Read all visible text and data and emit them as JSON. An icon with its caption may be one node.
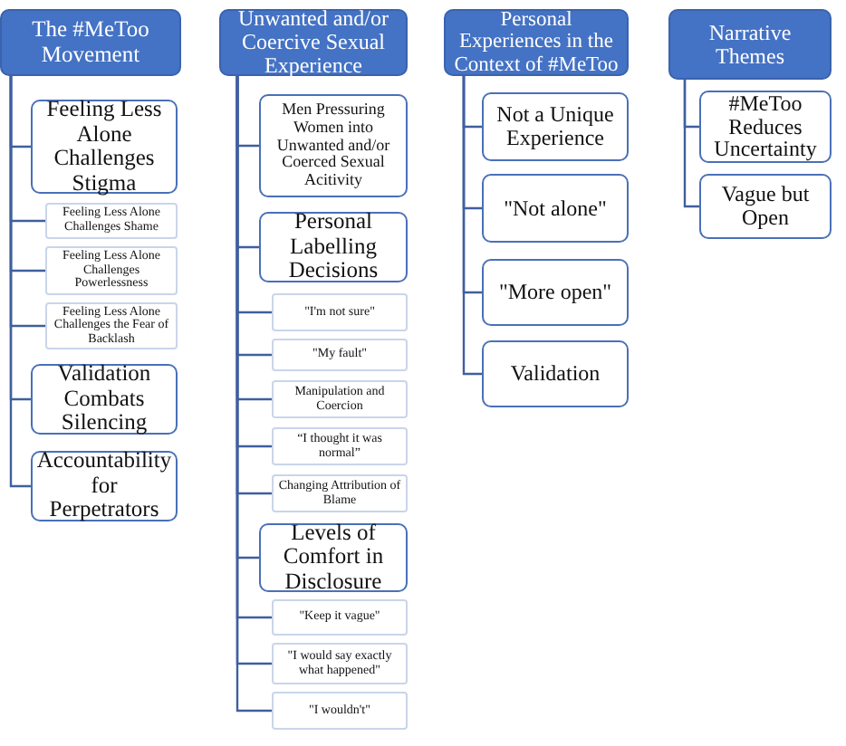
{
  "diagram": {
    "nodes": [
      {
        "text": [
          "The #MeToo Movement"
        ]
      },
      {
        "text": [
          "Feeling Less Alone Challenges Stigma"
        ]
      },
      {
        "text": [
          "Feeling Less Alone Challenges Shame"
        ]
      },
      {
        "text": [
          "Feeling Less Alone Challenges Powerlessness"
        ]
      },
      {
        "text": [
          "Feeling Less Alone Challenges the Fear of Backlash"
        ]
      },
      {
        "text": [
          "Validation Combats Silencing"
        ]
      },
      {
        "text": [
          "Accountability for Perpetrators"
        ]
      },
      {
        "text": [
          "Unwanted and/or Coercive Sexual Experience"
        ]
      },
      {
        "text": [
          "Men Pressuring Women into Unwanted and/or Coerced Sexual Acitivity"
        ]
      },
      {
        "text": [
          "Personal Labelling Decisions"
        ]
      },
      {
        "text": [
          "\"I'm not sure\""
        ]
      },
      {
        "text": [
          "\"My fault\""
        ]
      },
      {
        "text": [
          "Manipulation and Coercion"
        ]
      },
      {
        "text": [
          "“I thought it was normal”"
        ]
      },
      {
        "text": [
          "Changing Attribution of Blame"
        ]
      },
      {
        "text": [
          "Levels of Comfort in Disclosure"
        ]
      },
      {
        "text": [
          "\"Keep it vague\""
        ]
      },
      {
        "text": [
          "\"I would say exactly what happened\""
        ]
      },
      {
        "text": [
          "\"I wouldn't\""
        ]
      },
      {
        "text": [
          "Personal Experiences in the Context of #MeToo"
        ]
      },
      {
        "text": [
          "Not a Unique Experience"
        ]
      },
      {
        "text": [
          "\"Not alone\""
        ]
      },
      {
        "text": [
          "\"More open\""
        ]
      },
      {
        "text": [
          "Validation"
        ]
      },
      {
        "text": [
          "Narrative Themes"
        ]
      },
      {
        "text": [
          "#MeToo Reduces Uncertainty"
        ]
      },
      {
        "text": [
          "Vague but Open"
        ]
      }
    ],
    "edges": [
      {
        "from": 0,
        "to": 1,
        "arrow": "none"
      },
      {
        "from": 0,
        "to": 2,
        "arrow": "none"
      },
      {
        "from": 0,
        "to": 3,
        "arrow": "none"
      },
      {
        "from": 0,
        "to": 4,
        "arrow": "none"
      },
      {
        "from": 0,
        "to": 5,
        "arrow": "none"
      },
      {
        "from": 0,
        "to": 6,
        "arrow": "none"
      },
      {
        "from": 7,
        "to": 8,
        "arrow": "none"
      },
      {
        "from": 7,
        "to": 9,
        "arrow": "none"
      },
      {
        "from": 7,
        "to": 10,
        "arrow": "none"
      },
      {
        "from": 7,
        "to": 11,
        "arrow": "none"
      },
      {
        "from": 7,
        "to": 12,
        "arrow": "none"
      },
      {
        "from": 7,
        "to": 13,
        "arrow": "none"
      },
      {
        "from": 7,
        "to": 14,
        "arrow": "none"
      },
      {
        "from": 7,
        "to": 15,
        "arrow": "none"
      },
      {
        "from": 7,
        "to": 16,
        "arrow": "none"
      },
      {
        "from": 7,
        "to": 17,
        "arrow": "none"
      },
      {
        "from": 7,
        "to": 18,
        "arrow": "none"
      },
      {
        "from": 19,
        "to": 20,
        "arrow": "none"
      },
      {
        "from": 19,
        "to": 21,
        "arrow": "none"
      },
      {
        "from": 19,
        "to": 22,
        "arrow": "none"
      },
      {
        "from": 19,
        "to": 23,
        "arrow": "none"
      },
      {
        "from": 24,
        "to": 25,
        "arrow": "none"
      },
      {
        "from": 24,
        "to": 26,
        "arrow": "none"
      }
    ]
  }
}
